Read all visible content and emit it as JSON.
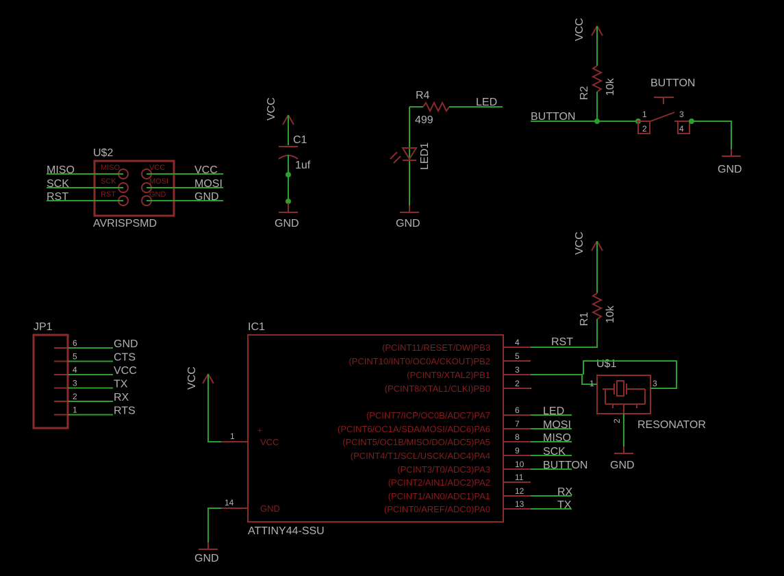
{
  "colors": {
    "background": "#000000",
    "wire": "#2ca02c",
    "part": "#8b2b2b",
    "text": "#b2b2b2"
  },
  "power": {
    "vcc": "VCC",
    "gnd": "GND"
  },
  "isp": {
    "name": "U$2",
    "value": "AVRISPSMD",
    "left_pins": [
      "MISO",
      "SCK",
      "RST"
    ],
    "right_pins": [
      "VCC",
      "MOSI",
      "GND"
    ],
    "left_nets": [
      "MISO",
      "SCK",
      "RST"
    ],
    "right_nets": [
      "VCC",
      "MOSI",
      "GND"
    ]
  },
  "cap": {
    "name": "C1",
    "value": "1uf"
  },
  "resistor_r4": {
    "name": "R4",
    "value": "499",
    "net": "LED"
  },
  "led": {
    "name": "LED1"
  },
  "resistor_r2": {
    "name": "R2",
    "value": "10k",
    "net": "BUTTON"
  },
  "button": {
    "name": "BUTTON",
    "pins": [
      "1",
      "2",
      "3",
      "4"
    ]
  },
  "resistor_r1": {
    "name": "R1",
    "value": "10k",
    "net": "RST"
  },
  "resonator": {
    "name": "U$1",
    "value": "RESONATOR",
    "pins": [
      "1",
      "2",
      "3"
    ]
  },
  "header": {
    "name": "JP1",
    "pins": [
      "6",
      "5",
      "4",
      "3",
      "2",
      "1"
    ],
    "nets": [
      "GND",
      "CTS",
      "VCC",
      "TX",
      "RX",
      "RTS"
    ]
  },
  "ic": {
    "name": "IC1",
    "value": "ATTINY44-SSU",
    "vcc_label": "VCC",
    "gnd_label": "GND",
    "vcc_pin": "1",
    "gnd_pin": "14",
    "right_pins": [
      {
        "label": "(PCINT11/RESET/DW)PB3",
        "num": "4",
        "net": "RST"
      },
      {
        "label": "(PCINT10/INT0/OC0A/CKOUT)PB2",
        "num": "5",
        "net": ""
      },
      {
        "label": "(PCINT9/XTAL2)PB1",
        "num": "3",
        "net": ""
      },
      {
        "label": "(PCINT8/XTAL1/CLKI)PB0",
        "num": "2",
        "net": ""
      },
      {
        "label": "(PCINT7/ICP/OC0B/ADC7)PA7",
        "num": "6",
        "net": "LED"
      },
      {
        "label": "(PCINT6/OC1A/SDA/MOSI/ADC6)PA6",
        "num": "7",
        "net": "MOSI"
      },
      {
        "label": "(PCINT5/OC1B/MISO/DO/ADC5)PA5",
        "num": "8",
        "net": "MISO"
      },
      {
        "label": "(PCINT4/T1/SCL/USCK/ADC4)PA4",
        "num": "9",
        "net": "SCK"
      },
      {
        "label": "(PCINT3/T0/ADC3)PA3",
        "num": "10",
        "net": "BUTTON"
      },
      {
        "label": "(PCINT2/AIN1/ADC2)PA2",
        "num": "11",
        "net": ""
      },
      {
        "label": "(PCINT1/AIN0/ADC1)PA1",
        "num": "12",
        "net": "RX"
      },
      {
        "label": "(PCINT0/AREF/ADC0)PA0",
        "num": "13",
        "net": "TX"
      }
    ]
  }
}
